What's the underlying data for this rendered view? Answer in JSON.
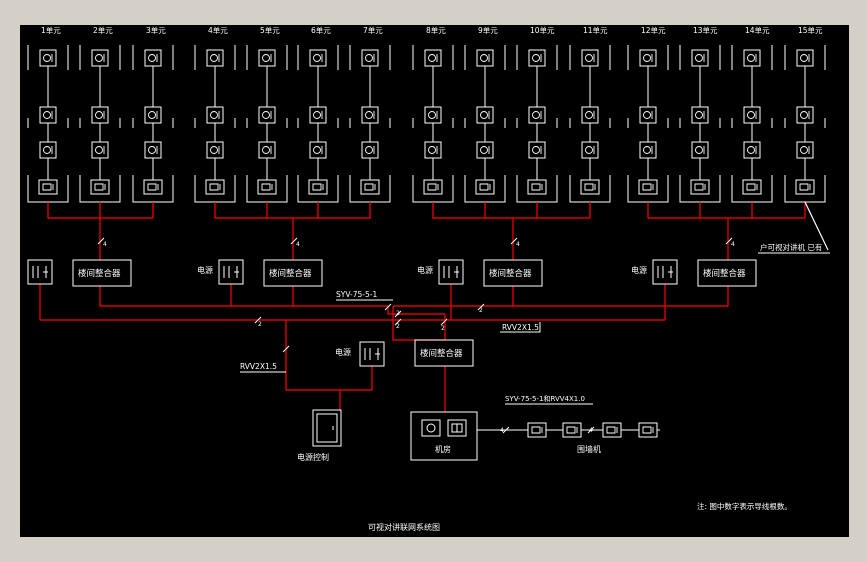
{
  "units": [
    "1单元",
    "2单元",
    "3单元",
    "4单元",
    "5单元",
    "6单元",
    "7单元",
    "8单元",
    "9单元",
    "10单元",
    "11单元",
    "12单元",
    "13单元",
    "14单元",
    "15单元"
  ],
  "labels": {
    "interlayer_box": "楼间整合器",
    "power": "电源",
    "power_control": "电源控制",
    "machine_room": "机房",
    "wall_unit": "围墙机",
    "annotation": "户可视对讲机 已有",
    "note": "注: 图中数字表示导线根数。",
    "title": "可视对讲联网系统图",
    "cable_syv": "SYV-75-5-1",
    "cable_rvv": "RVV2X1.5",
    "cable_rvv_left": "RVV2X1.5",
    "cable_bottom": "SYV-75-5-1和RVV4X1.0",
    "num_2": "2",
    "num_4": "4"
  },
  "colors": {
    "background": "#000000",
    "frame": "#d4d0c8",
    "lines": "#ffffff",
    "wires": "#ff0000"
  }
}
